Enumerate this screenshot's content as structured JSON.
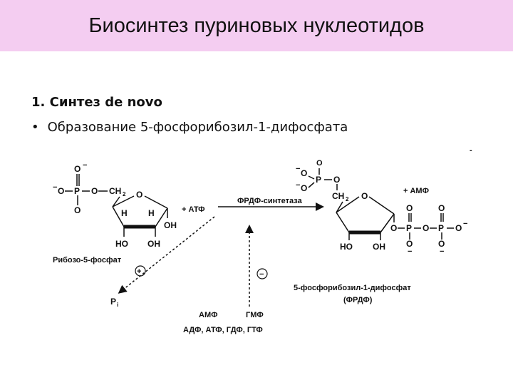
{
  "slide": {
    "title": "Биосинтез пуриновых нуклеотидов",
    "heading": "1. Синтез de novo",
    "bullet_marker": "•",
    "bullet": "Образование 5-фосфорибозил-1-дифосфата"
  },
  "diagram": {
    "left_molecule": {
      "phosphate": [
        "O",
        "P",
        "O",
        "O",
        "O"
      ],
      "ch2": "CH",
      "ch2_sub": "2",
      "ring_o": "O",
      "h_labels": [
        "H",
        "H"
      ],
      "ho": "HO",
      "oh_bottom": "OH",
      "oh_right": "OH",
      "name": "Рибозо-5-фосфат"
    },
    "right_molecule": {
      "phosphate": [
        "O",
        "P",
        "O",
        "O"
      ],
      "ch2": "CH",
      "ch2_sub": "2",
      "ring_o": "O",
      "ho": "HO",
      "oh": "OH",
      "diphosphate": [
        "O",
        "P",
        "O",
        "P",
        "O",
        "O",
        "O",
        "O",
        "O"
      ],
      "name": "5-фосфорибозил-1-дифосфат",
      "abbr": "(ФРДФ)"
    },
    "cofactor_in": "+ АТФ",
    "cofactor_out": "+ АМФ",
    "enzyme": "ФРДФ-синтетаза",
    "activator_sign": "+",
    "inhibitor_sign": "−",
    "pi": "P",
    "pi_sub": "i",
    "inhibitors_row1": [
      "АМФ",
      "ГМФ"
    ],
    "inhibitors_row2": "АДФ, АТФ, ГДФ, ГТФ"
  }
}
